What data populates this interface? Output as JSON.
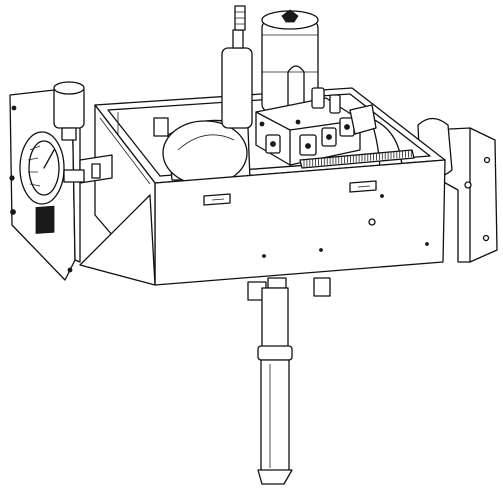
{
  "figure": {
    "subject": "",
    "components": [
      "enclosure-box",
      "side-door-panel",
      "round-gauge",
      "cylindrical-canister",
      "valve-manifold",
      "regulator-cylinder",
      "probe-tube",
      "terminal-strip",
      "motor-housing"
    ]
  }
}
